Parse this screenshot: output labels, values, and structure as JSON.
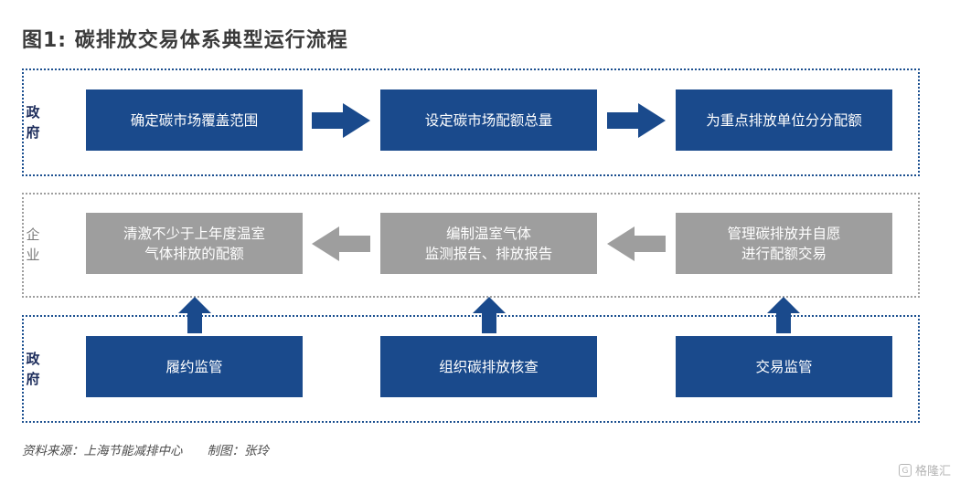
{
  "title": "图1: 碳排放交易体系典型运行流程",
  "sections": {
    "gov_top": {
      "label_line1": "政",
      "label_line2": "府"
    },
    "enterprise": {
      "label_line1": "企",
      "label_line2": "业"
    },
    "gov_bottom": {
      "label_line1": "政",
      "label_line2": "府"
    }
  },
  "row1": {
    "box1": "确定碳市场覆盖范围",
    "box2": "设定碳市场配额总量",
    "box3": "为重点排放单位分分配额"
  },
  "row2": {
    "box1_line1": "清激不少于上年度温室",
    "box1_line2": "气体排放的配额",
    "box2_line1": "编制温室气体",
    "box2_line2": "监测报告、排放报告",
    "box3_line1": "管理碳排放并自愿",
    "box3_line2": "进行配额交易"
  },
  "row3": {
    "box1": "履约监管",
    "box2": "组织碳排放核查",
    "box3": "交易监管"
  },
  "source": "资料来源：上海节能减排中心　　制图：张玲",
  "watermark": "格隆汇",
  "colors": {
    "blue": "#1a4a8c",
    "gray": "#9e9e9e",
    "dotted_blue": "#1b4f8f",
    "dotted_gray": "#9d9d9d"
  },
  "icons": {
    "right_arrow": "arrow-right-icon",
    "left_arrow": "arrow-left-icon",
    "up_arrow": "arrow-up-icon"
  }
}
